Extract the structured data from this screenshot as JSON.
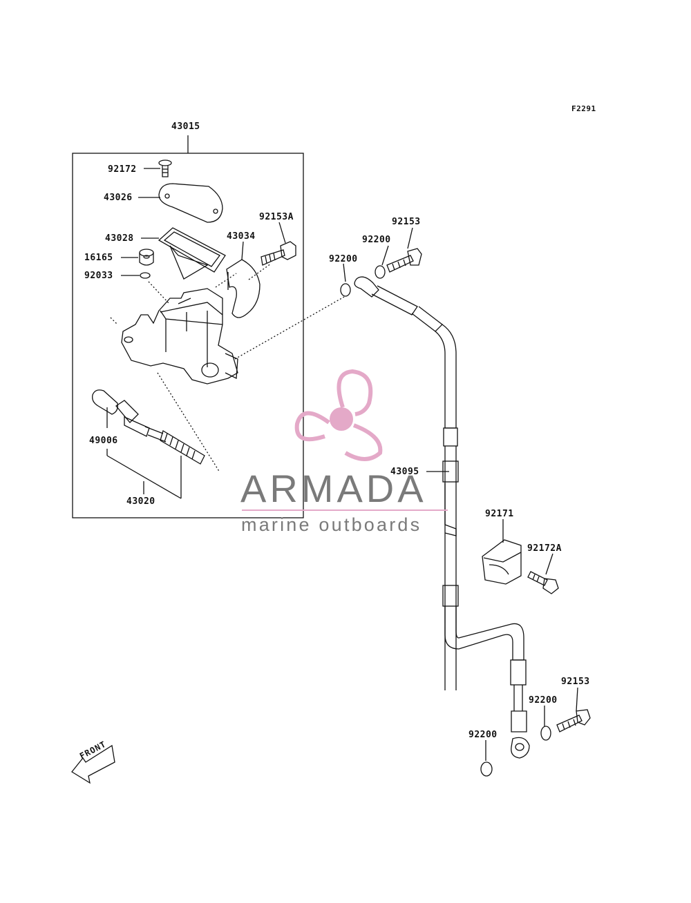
{
  "diagram_code": "F2291",
  "parts": {
    "p43015": "43015",
    "p92172": "92172",
    "p43026": "43026",
    "p92153A": "92153A",
    "p43028": "43028",
    "p43034": "43034",
    "p16165": "16165",
    "p92033": "92033",
    "p49006": "49006",
    "p43020": "43020",
    "p92153_top": "92153",
    "p92200_a": "92200",
    "p92200_b": "92200",
    "p43095": "43095",
    "p92171": "92171",
    "p92172A": "92172A",
    "p92153_bottom": "92153",
    "p92200_c": "92200",
    "p92200_d": "92200"
  },
  "watermark": {
    "name": "ARMADA",
    "tagline": "marine outboards",
    "logo_color": "#e4a9c8",
    "text_color": "#7a7a7a"
  },
  "front_arrow": {
    "label": "FRONT",
    "icon": "front-arrow-icon"
  }
}
